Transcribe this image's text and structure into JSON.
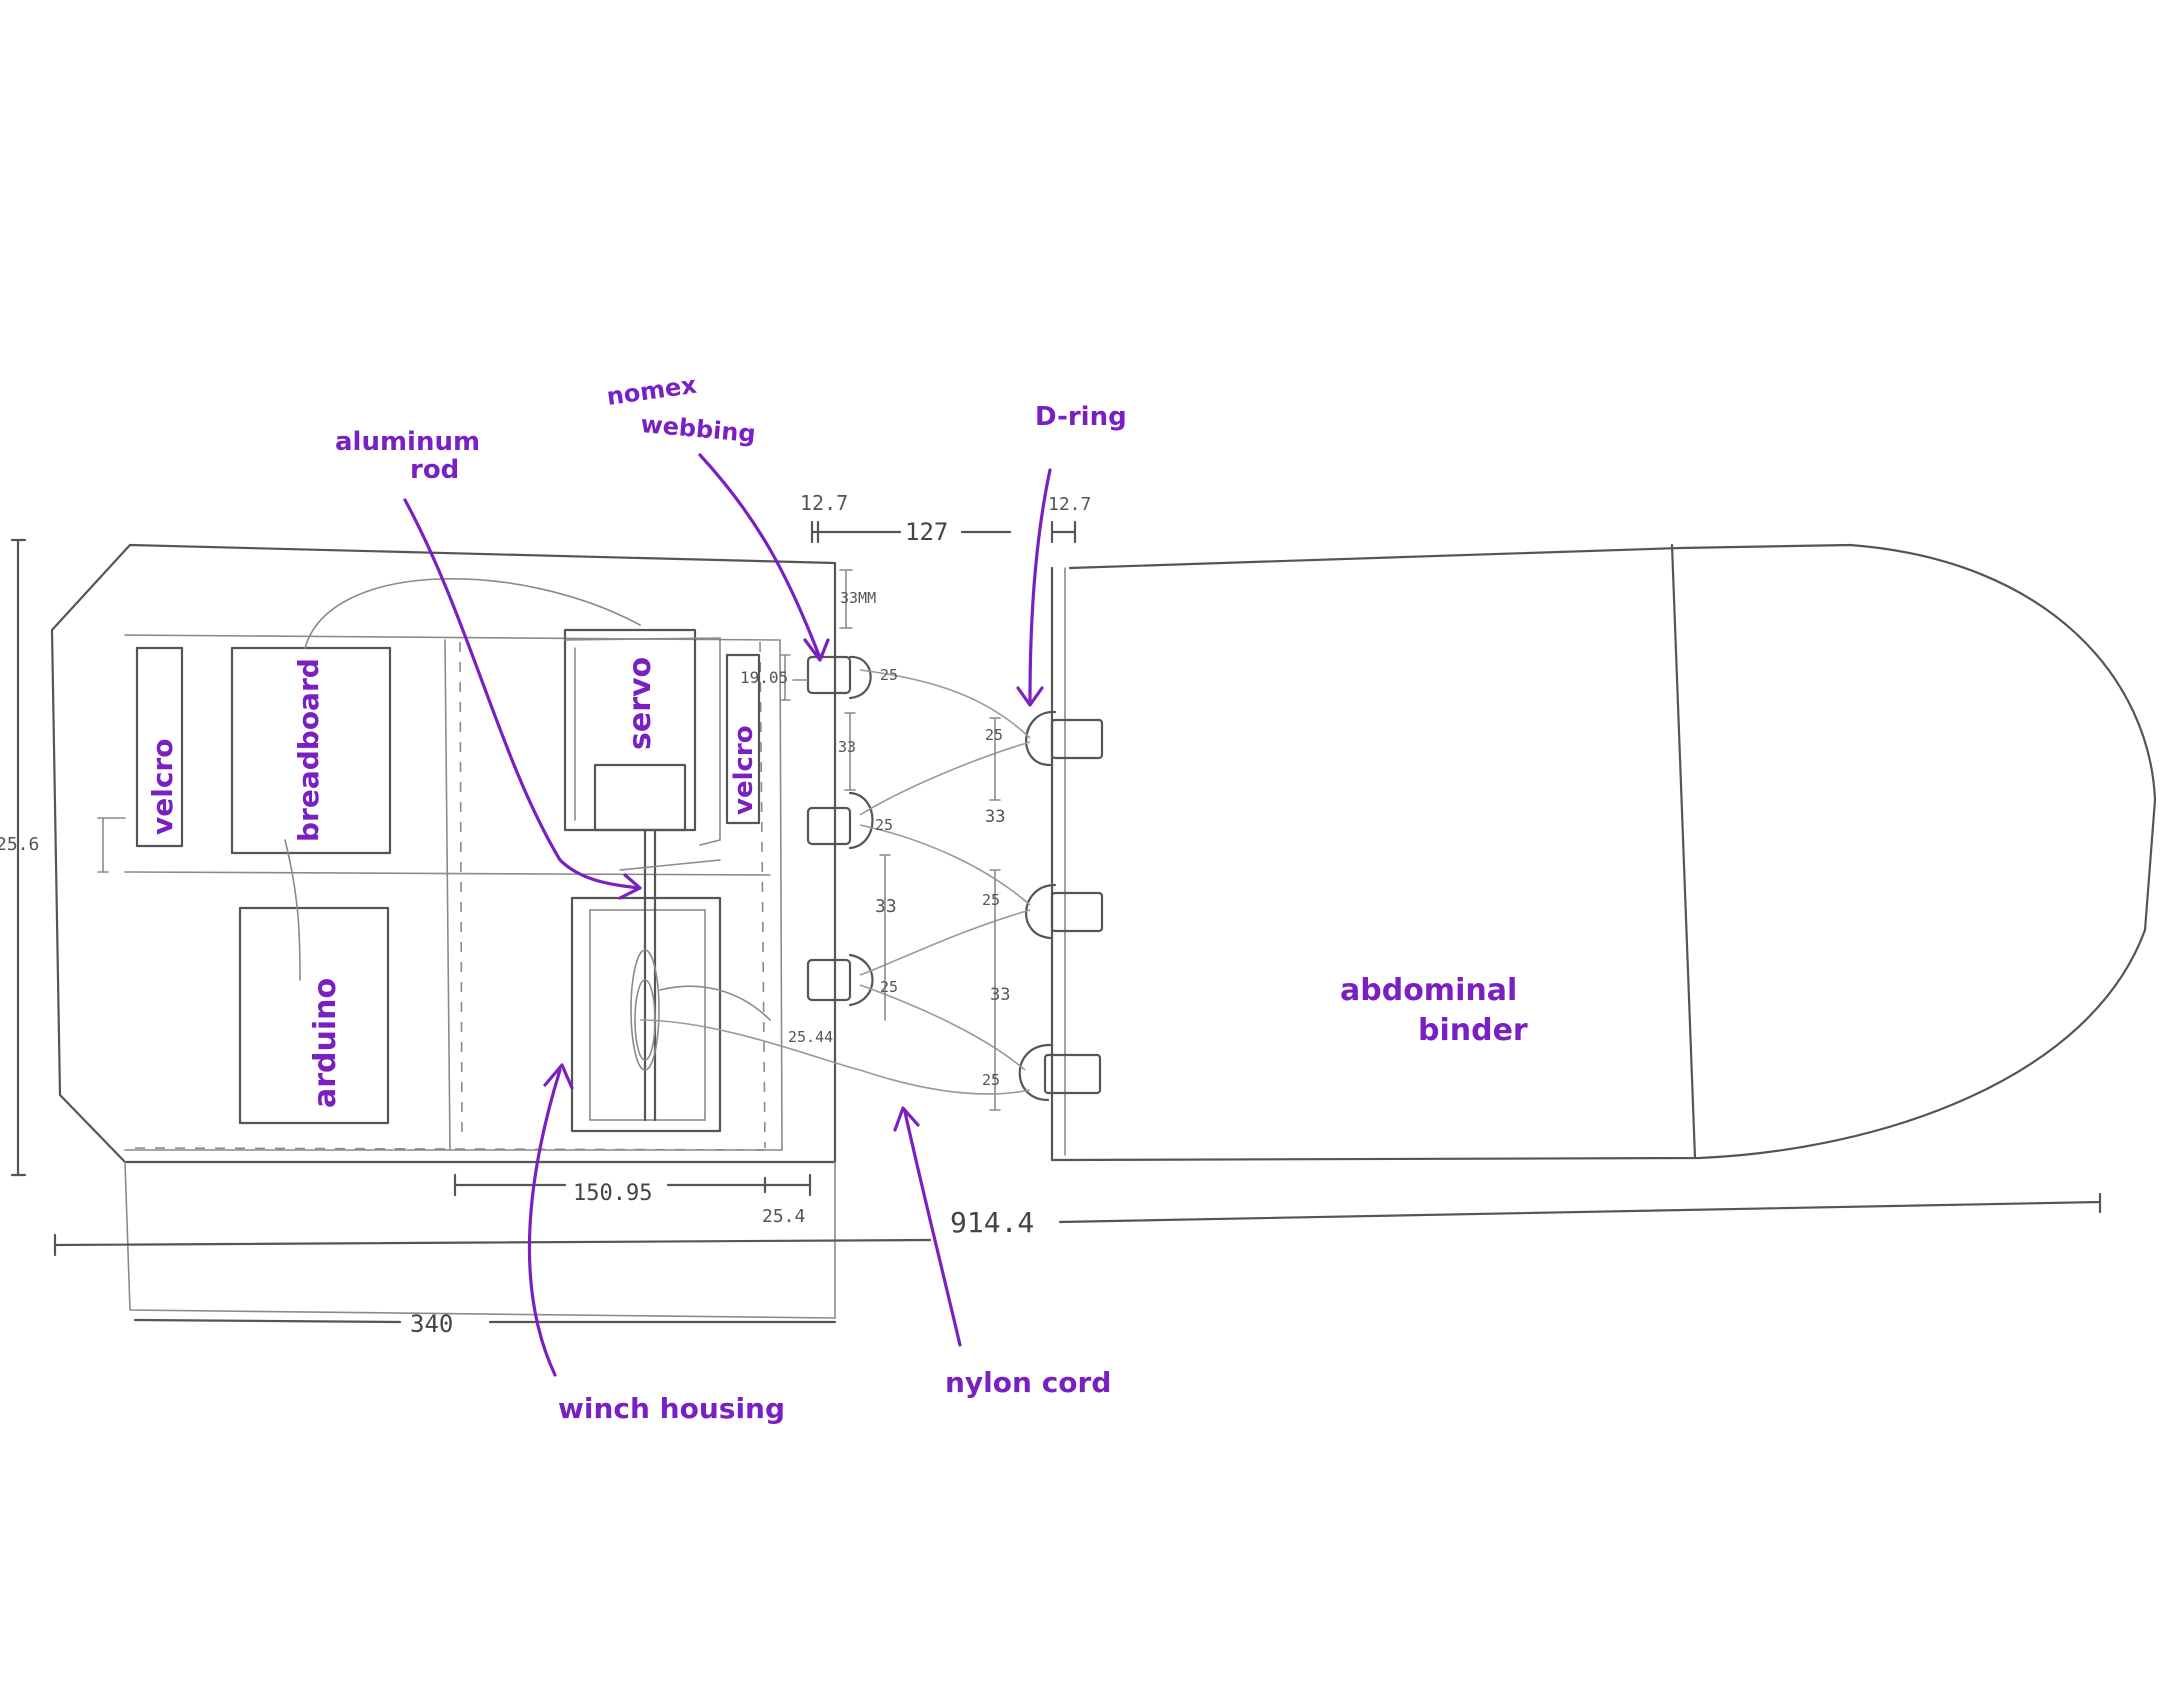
{
  "labels": {
    "aluminum_rod": [
      "aluminum",
      "rod"
    ],
    "nomex_webbing": [
      "nomex",
      "webbing"
    ],
    "d_ring": "D-ring",
    "velcro_left": "velcro",
    "velcro_right": "velcro",
    "breadboard": "breadboard",
    "servo": "servo",
    "arduino": "arduino",
    "abdominal_binder": [
      "abdominal",
      "binder"
    ],
    "winch_housing": "winch housing",
    "nylon_cord": "nylon cord"
  },
  "dimensions": {
    "overall_height": "25.6",
    "top_left_gap": "12.7",
    "top_mid_gap": "127",
    "top_right_gap": "12.7",
    "webbing_height": "33MM",
    "webbing_width": "19.05",
    "ring_spacing_1": "33",
    "ring_spacing_2": "33",
    "ring_spacing_3": "33",
    "ring_spacing_4": "33",
    "ring_offset_1": "25",
    "ring_offset_2": "25",
    "ring_offset_3": "25",
    "ring_offset_4": "25",
    "ring_offset_5": "25",
    "ring_offset_6": "25",
    "ring_offset_7": "25",
    "cord_offset": "25.44",
    "housing_width": "150.95",
    "margin_right": "25.4",
    "total_length": "914.4",
    "device_width": "340"
  },
  "colors": {
    "annotation": "#7a1fc2",
    "pencil": "#555555"
  }
}
